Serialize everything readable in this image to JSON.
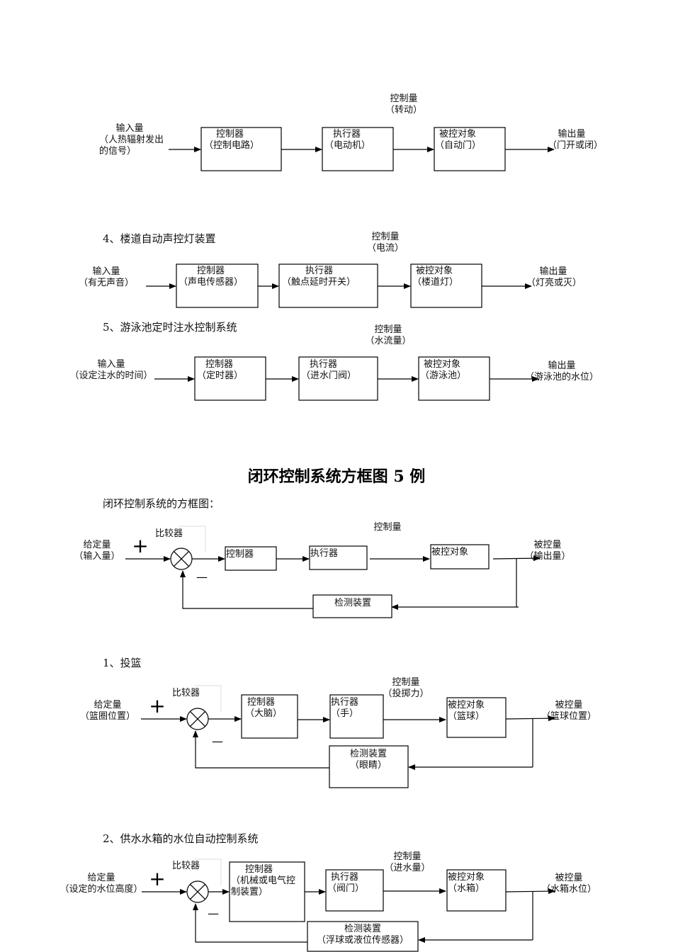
{
  "ex3": {
    "control_qty": [
      "控制量",
      "（转动）"
    ],
    "input": [
      "输入量",
      "（人热辐射发出",
      "的信号）"
    ],
    "controller": [
      "控制器",
      "（控制电路）"
    ],
    "actuator": [
      "执行器",
      "（电动机）"
    ],
    "plant": [
      "被控对象",
      "（自动门）"
    ],
    "output": [
      "输出量",
      "（门开或闭）"
    ]
  },
  "ex4": {
    "heading": "4、楼道自动声控灯装置",
    "control_qty": [
      "控制量",
      "（电流）"
    ],
    "input": [
      "输入量",
      "（有无声音）"
    ],
    "controller": [
      "控制器",
      "（声电传感器）"
    ],
    "actuator": [
      "执行器",
      "（触点延时开关）"
    ],
    "plant": [
      "被控对象",
      "（楼道灯）"
    ],
    "output": [
      "输出量",
      "（灯亮或灭）"
    ]
  },
  "ex5": {
    "heading": "5、游泳池定时注水控制系统",
    "control_qty": [
      "控制量",
      "（水流量）"
    ],
    "input": [
      "输入量",
      "（设定注水的时间）"
    ],
    "controller": [
      "控制器",
      "（定时器）"
    ],
    "actuator": [
      "执行器",
      "（进水门阀）"
    ],
    "plant": [
      "被控对象",
      "（游泳池）"
    ],
    "output": [
      "输出量",
      "（游泳池的水位）"
    ]
  },
  "title": "闭环控制系统方框图 5 例",
  "closed_generic": {
    "caption": "闭环控制系统的方框图：",
    "comparator": "比较器",
    "control_qty": "控制量",
    "setpoint": [
      "给定量",
      "（输入量）"
    ],
    "plus": "+",
    "minus": "—",
    "controller": "控制器",
    "actuator": "执行器",
    "plant": "被控对象",
    "output": [
      "被控量",
      "（输出量）"
    ],
    "sensor": "检测装置"
  },
  "closed1": {
    "heading": "1、投篮",
    "comparator": "比较器",
    "control_qty": [
      "控制量",
      "（投掷力）"
    ],
    "setpoint": [
      "给定量",
      "（篮圈位置）"
    ],
    "plus": "+",
    "minus": "—",
    "controller": [
      "控制器",
      "（大脑）"
    ],
    "actuator": [
      "执行器",
      "（手）"
    ],
    "plant": [
      "被控对象",
      "（篮球）"
    ],
    "output": [
      "被控量",
      "（篮球位置）"
    ],
    "sensor": [
      "检测装置",
      "（眼睛）"
    ]
  },
  "closed2": {
    "heading": "2、供水水箱的水位自动控制系统",
    "comparator": "比较器",
    "control_qty": [
      "控制量",
      "（进水量）"
    ],
    "setpoint": [
      "给定量",
      "（设定的水位高度）"
    ],
    "plus": "+",
    "minus": "—",
    "controller": [
      "控制器",
      "（机械或电气控",
      "制装置）"
    ],
    "actuator": [
      "执行器",
      "（阀门）"
    ],
    "plant": [
      "被控对象",
      "（水箱）"
    ],
    "output": [
      "被控量",
      "（水箱水位）"
    ],
    "sensor": [
      "检测装置",
      "（浮球或液位传感器）"
    ]
  }
}
